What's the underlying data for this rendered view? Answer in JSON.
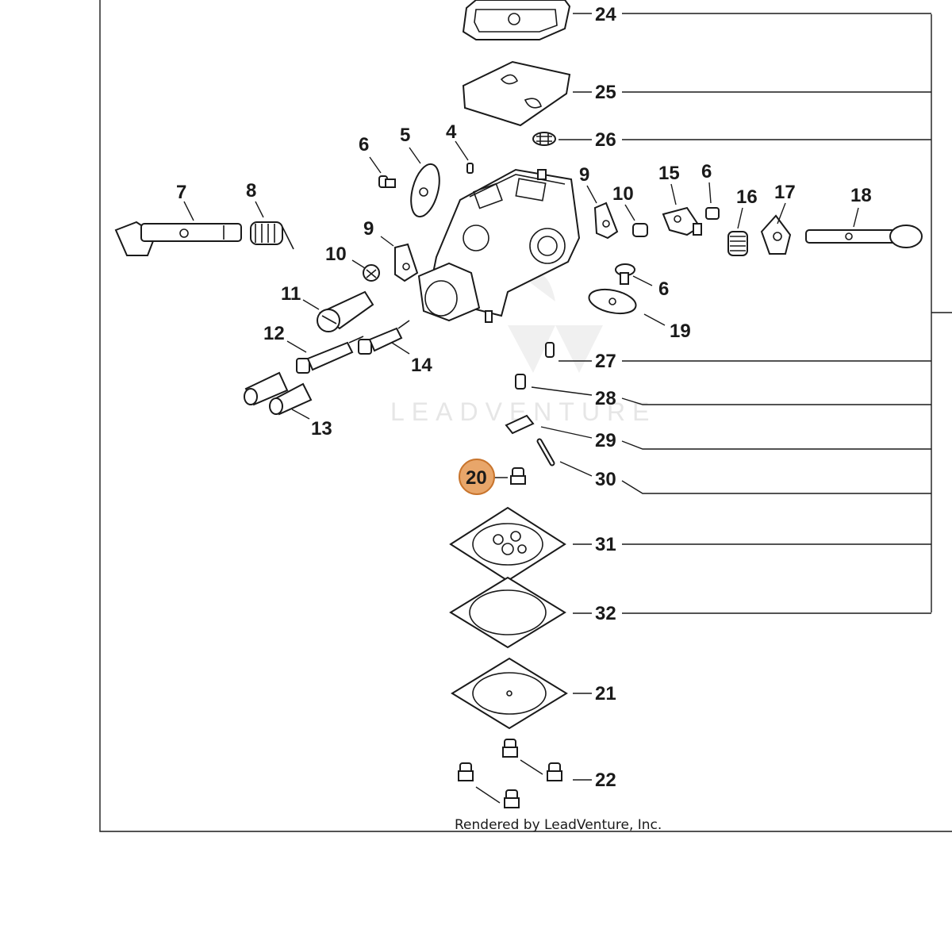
{
  "diagram": {
    "watermark_text": "LEADVENTURE",
    "credit_text": "Rendered by LeadVenture, Inc.",
    "highlight_color": "#e8a66a",
    "highlight_stroke": "#c8742c",
    "callouts": {
      "c24": "24",
      "c25": "25",
      "c26": "26",
      "c4": "4",
      "c5": "5",
      "c6a": "6",
      "c6b": "6",
      "c6c": "6",
      "c7": "7",
      "c8": "8",
      "c9a": "9",
      "c9b": "9",
      "c10a": "10",
      "c10b": "10",
      "c11": "11",
      "c12": "12",
      "c13": "13",
      "c14": "14",
      "c15": "15",
      "c16": "16",
      "c17": "17",
      "c18": "18",
      "c19": "19",
      "c20": "20",
      "c21": "21",
      "c22": "22",
      "c27": "27",
      "c28": "28",
      "c29": "29",
      "c30": "30",
      "c31": "31",
      "c32": "32"
    }
  }
}
